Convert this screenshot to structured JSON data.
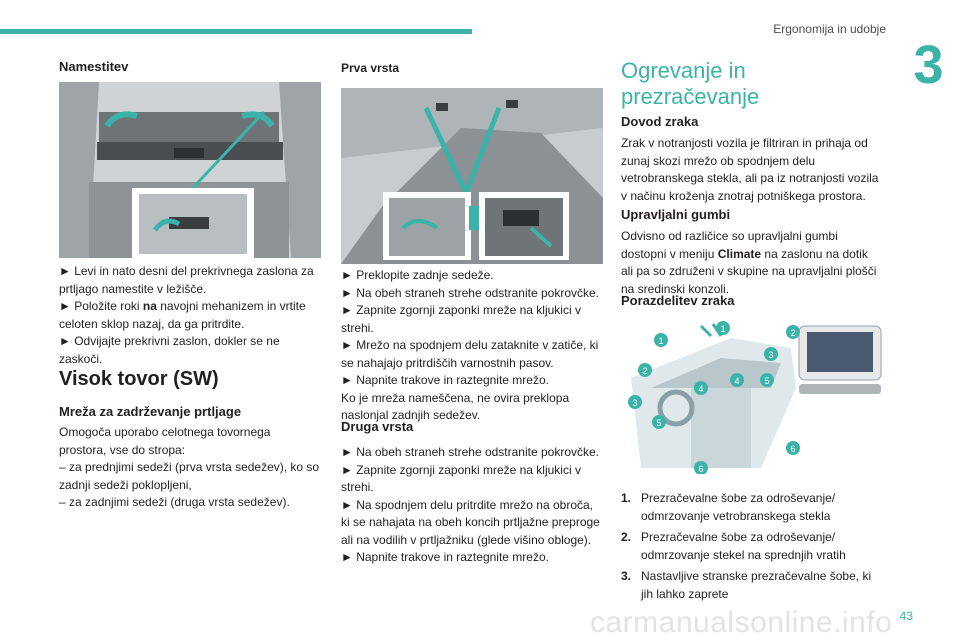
{
  "header": {
    "chapter_title": "Ergonomija in udobje",
    "chapter_number": "3",
    "accent": "#3bb3a9"
  },
  "col1": {
    "title": "Namestitev",
    "steps": [
      "► Levi in nato desni del prekrivnega zaslona za prtljago namestite v ležišče.",
      "► Odvijajte prekrivni zaslon, dokler se ne zaskoči."
    ],
    "step2_pre": "► Položite roki ",
    "step2_bold": "na",
    "step2_post": " navojni mehanizem in vrtite celoten sklop nazaj, da ga pritrdite.",
    "section_title": "Visok tovor (SW)",
    "sub_title": "Mreža za zadrževanje prtljage",
    "sub_text": "Omogoča uporabo celotnega tovornega prostora, vse do stropa:\n– za prednjimi sedeži (prva vrsta sedežev), ko so zadnji sedeži poklopljeni,\n– za zadnjimi sedeži (druga vrsta sedežev)."
  },
  "col2": {
    "title1": "Prva vrsta",
    "text1": "► Preklopite zadnje sedeže.\n► Na obeh straneh strehe odstranite pokrovčke.\n► Zapnite zgornji zaponki mreže na kljukici v strehi.\n► Mrežo na spodnjem delu zataknite v zatiče, ki se nahajajo pritrdiščih varnostnih pasov.\n► Napnite trakove in raztegnite mrežo.\nKo je mreža nameščena, ne ovira preklopa naslonjal zadnjih sedežev.",
    "title2": "Druga vrsta",
    "text2": "► Na obeh straneh strehe odstranite pokrovčke.\n► Zapnite zgornji zaponki mreže na kljukici v strehi.\n► Na spodnjem delu pritrdite mrežo na obroča, ki se nahajata na obeh koncih prtljažne preproge ali na vodilih v prtljažniku (glede višino obloge).\n► Napnite trakove in raztegnite mrežo."
  },
  "col3": {
    "section_title": "Ogrevanje in\nprezračevanje",
    "sub1_title": "Dovod zraka",
    "sub1_text": "Zrak v notranjosti vozila je filtriran in prihaja od zunaj skozi mrežo ob spodnjem delu vetrobranskega stekla, ali pa iz notranjosti vozila v načinu kroženja znotraj potniškega prostora.",
    "sub2_title": "Upravljalni gumbi",
    "sub2_pre": "Odvisno od različice so upravljalni gumbi dostopni v meniju ",
    "sub2_bold": "Climate",
    "sub2_post": " na zaslonu na dotik ali pa so združeni v skupine na upravljalni plošči na sredinski konzoli.",
    "sub3_title": "Porazdelitev zraka",
    "callouts": [
      "1",
      "2",
      "3",
      "4",
      "5",
      "6"
    ],
    "list": [
      {
        "n": "1.",
        "t": "Prezračevalne šobe za odroševanje/ odmrzovanje vetrobranskega stekla"
      },
      {
        "n": "2.",
        "t": "Prezračevalne šobe za odroševanje/ odmrzovanje stekel na sprednjih vratih"
      },
      {
        "n": "3.",
        "t": "Nastavljive stranske prezračevalne šobe, ki jih lahko zaprete"
      }
    ]
  },
  "footer": {
    "page_number": "43",
    "watermark": "carmanualsonline.info"
  }
}
